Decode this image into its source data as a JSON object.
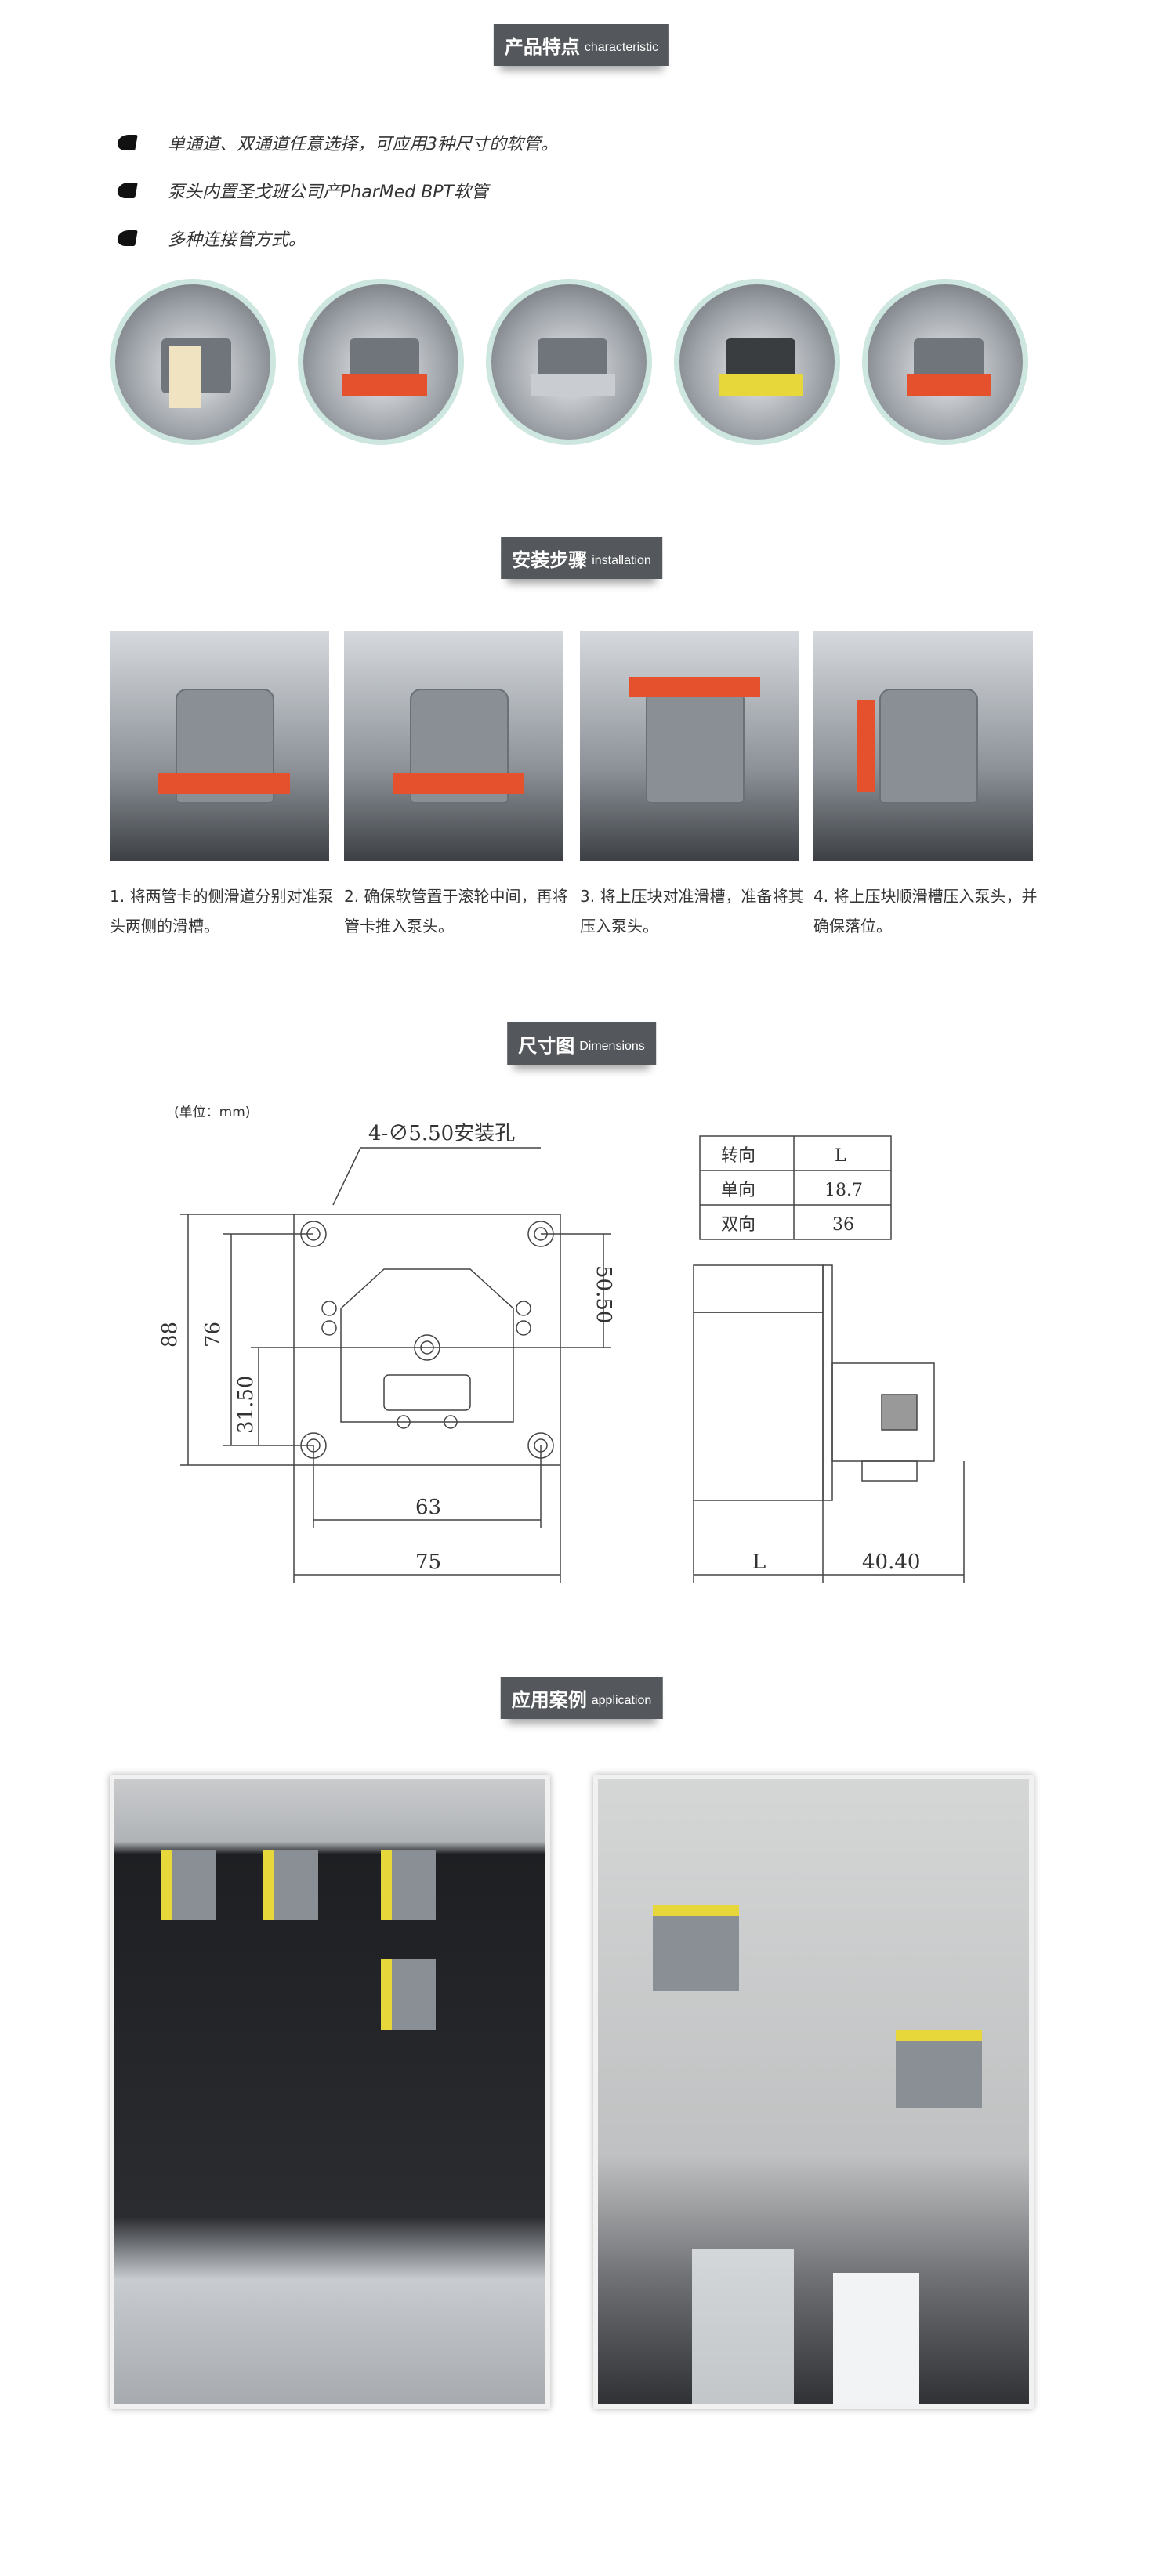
{
  "sections": {
    "features": {
      "cn": "产品特点",
      "en": "characteristic"
    },
    "install": {
      "cn": "安装步骤",
      "en": "installation"
    },
    "dimensions": {
      "cn": "尺寸图",
      "en": "Dimensions"
    },
    "application": {
      "cn": "应用案例",
      "en": "application"
    }
  },
  "features": [
    "单通道、双通道任意选择，可应用3种尺寸的软管。",
    "泵头内置圣戈班公司产PharMed BPT软管",
    "多种连接管方式。"
  ],
  "steps": [
    "1. 将两管卡的侧滑道分别对准泵头两侧的滑槽。",
    "2. 确保软管置于滚轮中间，再将管卡推入泵头。",
    "3. 将上压块对准滑槽，准备将其压入泵头。",
    "4. 将上压块顺滑槽压入泵头，并确保落位。"
  ],
  "drawing": {
    "unit": "(单位：mm)",
    "hole_label": "4-∅5.50安装孔",
    "dims": {
      "h88": "88",
      "h76": "76",
      "h5050": "50.50",
      "h3150": "31.50",
      "w63": "63",
      "w75": "75",
      "L": "L",
      "w4040": "40.40"
    },
    "table": {
      "headers": [
        "转向",
        "L"
      ],
      "rows": [
        [
          "单向",
          "18.7"
        ],
        [
          "双向",
          "36"
        ]
      ]
    }
  },
  "colors": {
    "banner": "#54575b",
    "circle_border": "#cde6df",
    "clip": "#e4512c"
  }
}
